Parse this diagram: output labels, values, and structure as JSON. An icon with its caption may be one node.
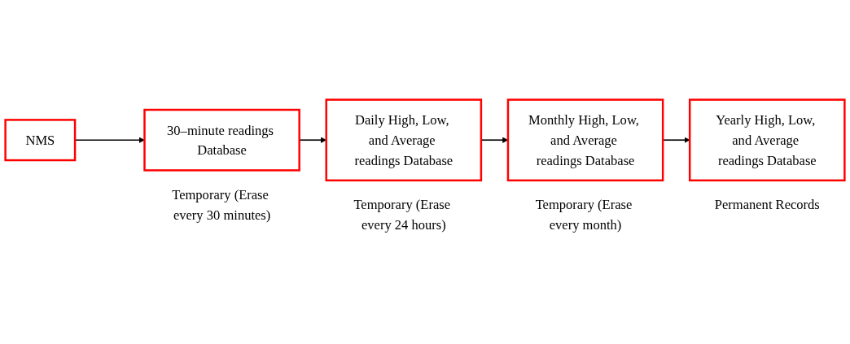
{
  "diagram": {
    "nodes": [
      {
        "text": [
          "NMS"
        ]
      },
      {
        "text": [
          "30–minute readings Database"
        ],
        "beside": [
          "Temporary (Erase every 30 minutes)"
        ]
      },
      {
        "text": [
          "Daily High, Low, and Average readings Database"
        ],
        "beside": [
          "Temporary (Erase every 24 hours)"
        ]
      },
      {
        "text": [
          "Monthly High, Low, and Average readings Database"
        ],
        "beside": [
          "Temporary (Erase every month)"
        ]
      },
      {
        "text": [
          "Yearly High, Low, and Average readings Database"
        ],
        "beside": [
          "Permanent Records"
        ]
      }
    ],
    "edges": [
      {
        "from": 0,
        "to": 1,
        "arrow": "to"
      },
      {
        "from": 1,
        "to": 2,
        "arrow": "to"
      },
      {
        "from": 2,
        "to": 3,
        "arrow": "to"
      },
      {
        "from": 3,
        "to": 4,
        "arrow": "to"
      }
    ]
  }
}
